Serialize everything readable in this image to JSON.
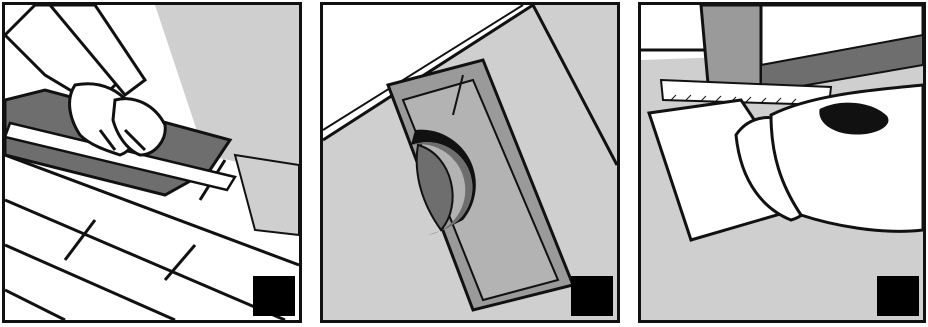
{
  "illustration": {
    "panels": [
      {
        "scene": "hands-scoring-plank-with-square"
      },
      {
        "scene": "cutting-jig-on-floor"
      },
      {
        "scene": "hands-sawing-door-casing-on-plank"
      }
    ],
    "colors": {
      "outline": "#111111",
      "shade_light": "#cfcfcf",
      "shade_mid": "#9a9a9a",
      "shade_dark": "#6e6e6e",
      "step_marker": "#000000"
    },
    "icons": [
      "step-marker-icon",
      "step-marker-icon",
      "step-marker-icon"
    ]
  }
}
